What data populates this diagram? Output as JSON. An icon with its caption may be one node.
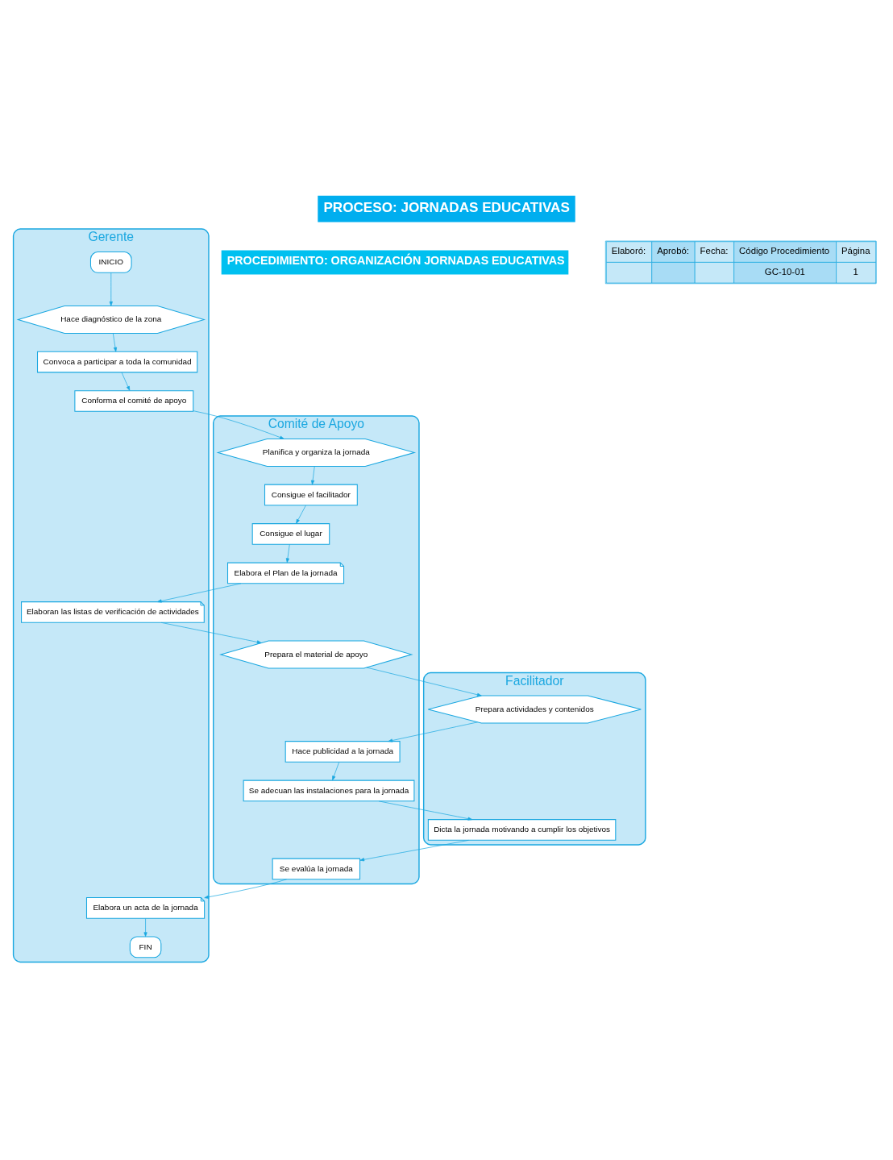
{
  "diagram": {
    "title": "PROCESO: JORNADAS EDUCATIVAS",
    "nodes": [
      {
        "text": [
          "Gerente"
        ]
      },
      {
        "text": [
          "Comité de Apoyo"
        ]
      },
      {
        "text": [
          "Facilitador"
        ]
      },
      {
        "text": [
          "INICIO"
        ],
        "in": 0
      },
      {
        "text": [
          "Hace diagnóstico de la zona"
        ],
        "in": 0
      },
      {
        "text": [
          "Convoca a participar a toda la comunidad"
        ],
        "in": 0
      },
      {
        "text": [
          "Conforma el comité de apoyo"
        ],
        "in": 0
      },
      {
        "text": [
          "Planifica y organiza la jornada"
        ],
        "in": 1
      },
      {
        "text": [
          "Consigue el facilitador"
        ],
        "in": 1
      },
      {
        "text": [
          "Consigue el lugar"
        ],
        "in": 1
      },
      {
        "text": [
          "Elabora el Plan de la jornada"
        ],
        "in": 1
      },
      {
        "text": [
          "Elaboran las listas de verificación de actividades"
        ],
        "in": 0
      },
      {
        "text": [
          "Prepara el material de apoyo"
        ],
        "in": 1
      },
      {
        "text": [
          "Prepara actividades y contenidos"
        ],
        "in": 2
      },
      {
        "text": [
          "FIN"
        ],
        "in": 0
      },
      {
        "text": [
          "Hace publicidad a la jornada"
        ],
        "in": 1
      },
      {
        "text": [
          "Elabora un acta de la jornada"
        ],
        "in": 0
      },
      {
        "text": [
          "Se adecuan las instalaciones para la jornada"
        ],
        "in": 1
      },
      {
        "text": [
          "Dicta la jornada motivando a cumplir los objetivos"
        ],
        "in": 2
      },
      {
        "text": [
          "Se evalúa la jornada"
        ],
        "in": 1
      }
    ],
    "edges": [
      {
        "from": 3,
        "to": 4,
        "arrow": "to"
      },
      {
        "from": 4,
        "to": 5,
        "arrow": "to"
      },
      {
        "from": 5,
        "to": 6,
        "arrow": "to"
      },
      {
        "from": 6,
        "to": 7,
        "arrow": "to"
      },
      {
        "from": 7,
        "to": 8,
        "arrow": "to"
      },
      {
        "from": 8,
        "to": 9,
        "arrow": "to"
      },
      {
        "from": 9,
        "to": 10,
        "arrow": "to"
      },
      {
        "from": 10,
        "to": 11,
        "arrow": "to"
      },
      {
        "from": 11,
        "to": 12,
        "arrow": "to"
      },
      {
        "from": 12,
        "to": 13,
        "arrow": "to"
      },
      {
        "from": 13,
        "to": 15,
        "arrow": "to"
      },
      {
        "from": 15,
        "to": 17,
        "arrow": "to"
      },
      {
        "from": 17,
        "to": 18,
        "arrow": "to"
      },
      {
        "from": 18,
        "to": 19,
        "arrow": "to"
      },
      {
        "from": 19,
        "to": 16,
        "arrow": "to"
      },
      {
        "from": 16,
        "to": 14,
        "arrow": "to"
      }
    ],
    "labels": [
      "PROCEDIMIENTO: ORGANIZACIÓN JORNADAS EDUCATIVAS",
      "Elaboró:",
      "Aprobó:",
      "Fecha:",
      "Código Procedimiento",
      "Página",
      "GC-10-01",
      "1"
    ]
  }
}
